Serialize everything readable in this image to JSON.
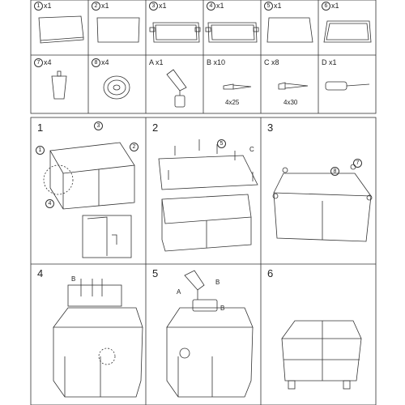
{
  "parts_row1": [
    {
      "num": "1",
      "qty": "x1"
    },
    {
      "num": "2",
      "qty": "x1"
    },
    {
      "num": "3",
      "qty": "x1"
    },
    {
      "num": "4",
      "qty": "x1"
    },
    {
      "num": "5",
      "qty": "x1"
    },
    {
      "num": "6",
      "qty": "x1"
    }
  ],
  "parts_row2": [
    {
      "num": "7",
      "qty": "x4"
    },
    {
      "num": "8",
      "qty": "x4"
    },
    {
      "num": "A",
      "qty": "x1"
    },
    {
      "num": "B",
      "qty": "x10"
    },
    {
      "num": "C",
      "qty": "x8"
    },
    {
      "num": "D",
      "qty": "x1"
    }
  ],
  "screw_sizes": {
    "b": "4x25",
    "c": "4x30"
  },
  "steps": [
    "1",
    "2",
    "3",
    "4",
    "5",
    "6"
  ],
  "callouts": {
    "s1_top": "3",
    "s1_left": "1",
    "s1_right": "2",
    "s1_bottom": "4",
    "s2_board": "5",
    "s2_screw": "C",
    "s3_a": "7",
    "s3_b": "8",
    "s4_b": "B",
    "s5_a": "A",
    "s5_b1": "B",
    "s5_b2": "B"
  }
}
